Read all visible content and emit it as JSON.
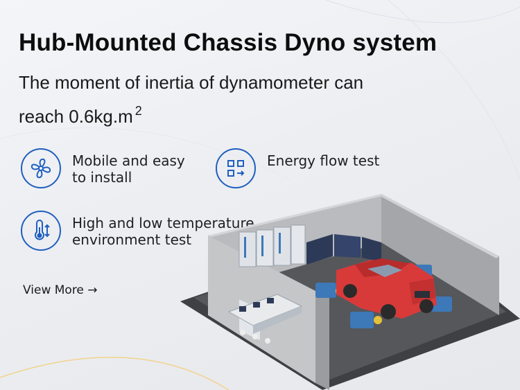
{
  "header": {
    "title": "Hub-Mounted Chassis Dyno system",
    "subtitle_line1": "The moment of inertia of dynamometer can",
    "subtitle_line2": "reach 0.6kg.m",
    "subtitle_sup": "2"
  },
  "features": [
    {
      "icon": "fan-icon",
      "label_line1": "Mobile and easy",
      "label_line2": "to install"
    },
    {
      "icon": "energy-flow-icon",
      "label_line1": "Energy flow test",
      "label_line2": ""
    },
    {
      "icon": "thermometer-icon",
      "label_line1": "High and low temperature",
      "label_line2": "environment test"
    }
  ],
  "cta": {
    "view_more": "View More →"
  },
  "illustration": {
    "name": "dyno-test-room-illustration"
  },
  "colors": {
    "accent": "#1f5fbf",
    "car": "#d83a3a",
    "floor": "#4a4b4e",
    "wall": "#a9abae",
    "equipment": "#3d78b8",
    "arc_blue": "#cfd8ee",
    "arc_yellow": "#f2d48a"
  }
}
